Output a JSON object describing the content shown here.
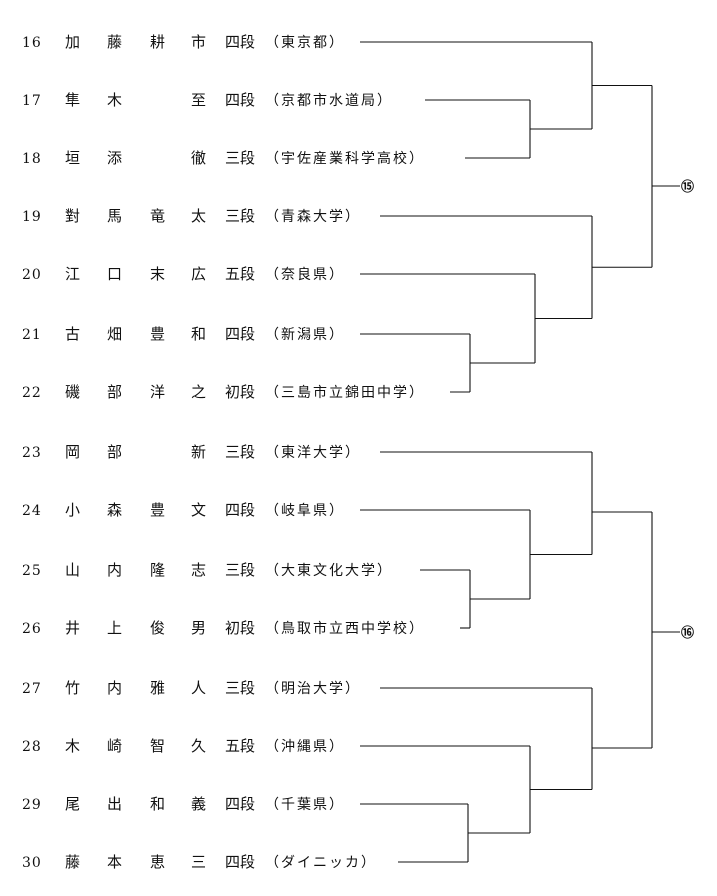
{
  "players": [
    {
      "num": "16",
      "name": [
        "加",
        "藤",
        "耕",
        "市"
      ],
      "rank": "四段",
      "affiliation": "（東京都）"
    },
    {
      "num": "17",
      "name": [
        "隼",
        "木",
        "",
        "至"
      ],
      "rank": "四段",
      "affiliation": "（京都市水道局）"
    },
    {
      "num": "18",
      "name": [
        "垣",
        "添",
        "",
        "徹"
      ],
      "rank": "三段",
      "affiliation": "（宇佐産業科学高校）"
    },
    {
      "num": "19",
      "name": [
        "對",
        "馬",
        "竜",
        "太"
      ],
      "rank": "三段",
      "affiliation": "（青森大学）"
    },
    {
      "num": "20",
      "name": [
        "江",
        "口",
        "末",
        "広"
      ],
      "rank": "五段",
      "affiliation": "（奈良県）"
    },
    {
      "num": "21",
      "name": [
        "古",
        "畑",
        "豊",
        "和"
      ],
      "rank": "四段",
      "affiliation": "（新潟県）"
    },
    {
      "num": "22",
      "name": [
        "磯",
        "部",
        "洋",
        "之"
      ],
      "rank": "初段",
      "affiliation": "（三島市立錦田中学）"
    },
    {
      "num": "23",
      "name": [
        "岡",
        "部",
        "",
        "新"
      ],
      "rank": "三段",
      "affiliation": "（東洋大学）"
    },
    {
      "num": "24",
      "name": [
        "小",
        "森",
        "豊",
        "文"
      ],
      "rank": "四段",
      "affiliation": "（岐阜県）"
    },
    {
      "num": "25",
      "name": [
        "山",
        "内",
        "隆",
        "志"
      ],
      "rank": "三段",
      "affiliation": "（大東文化大学）"
    },
    {
      "num": "26",
      "name": [
        "井",
        "上",
        "俊",
        "男"
      ],
      "rank": "初段",
      "affiliation": "（鳥取市立西中学校）"
    },
    {
      "num": "27",
      "name": [
        "竹",
        "内",
        "雅",
        "人"
      ],
      "rank": "三段",
      "affiliation": "（明治大学）"
    },
    {
      "num": "28",
      "name": [
        "木",
        "崎",
        "智",
        "久"
      ],
      "rank": "五段",
      "affiliation": "（沖縄県）"
    },
    {
      "num": "29",
      "name": [
        "尾",
        "出",
        "和",
        "義"
      ],
      "rank": "四段",
      "affiliation": "（千葉県）"
    },
    {
      "num": "30",
      "name": [
        "藤",
        "本",
        "恵",
        "三"
      ],
      "rank": "四段",
      "affiliation": "（ダイニッカ）"
    }
  ],
  "bracket_labels": [
    "⑮",
    "⑯"
  ]
}
